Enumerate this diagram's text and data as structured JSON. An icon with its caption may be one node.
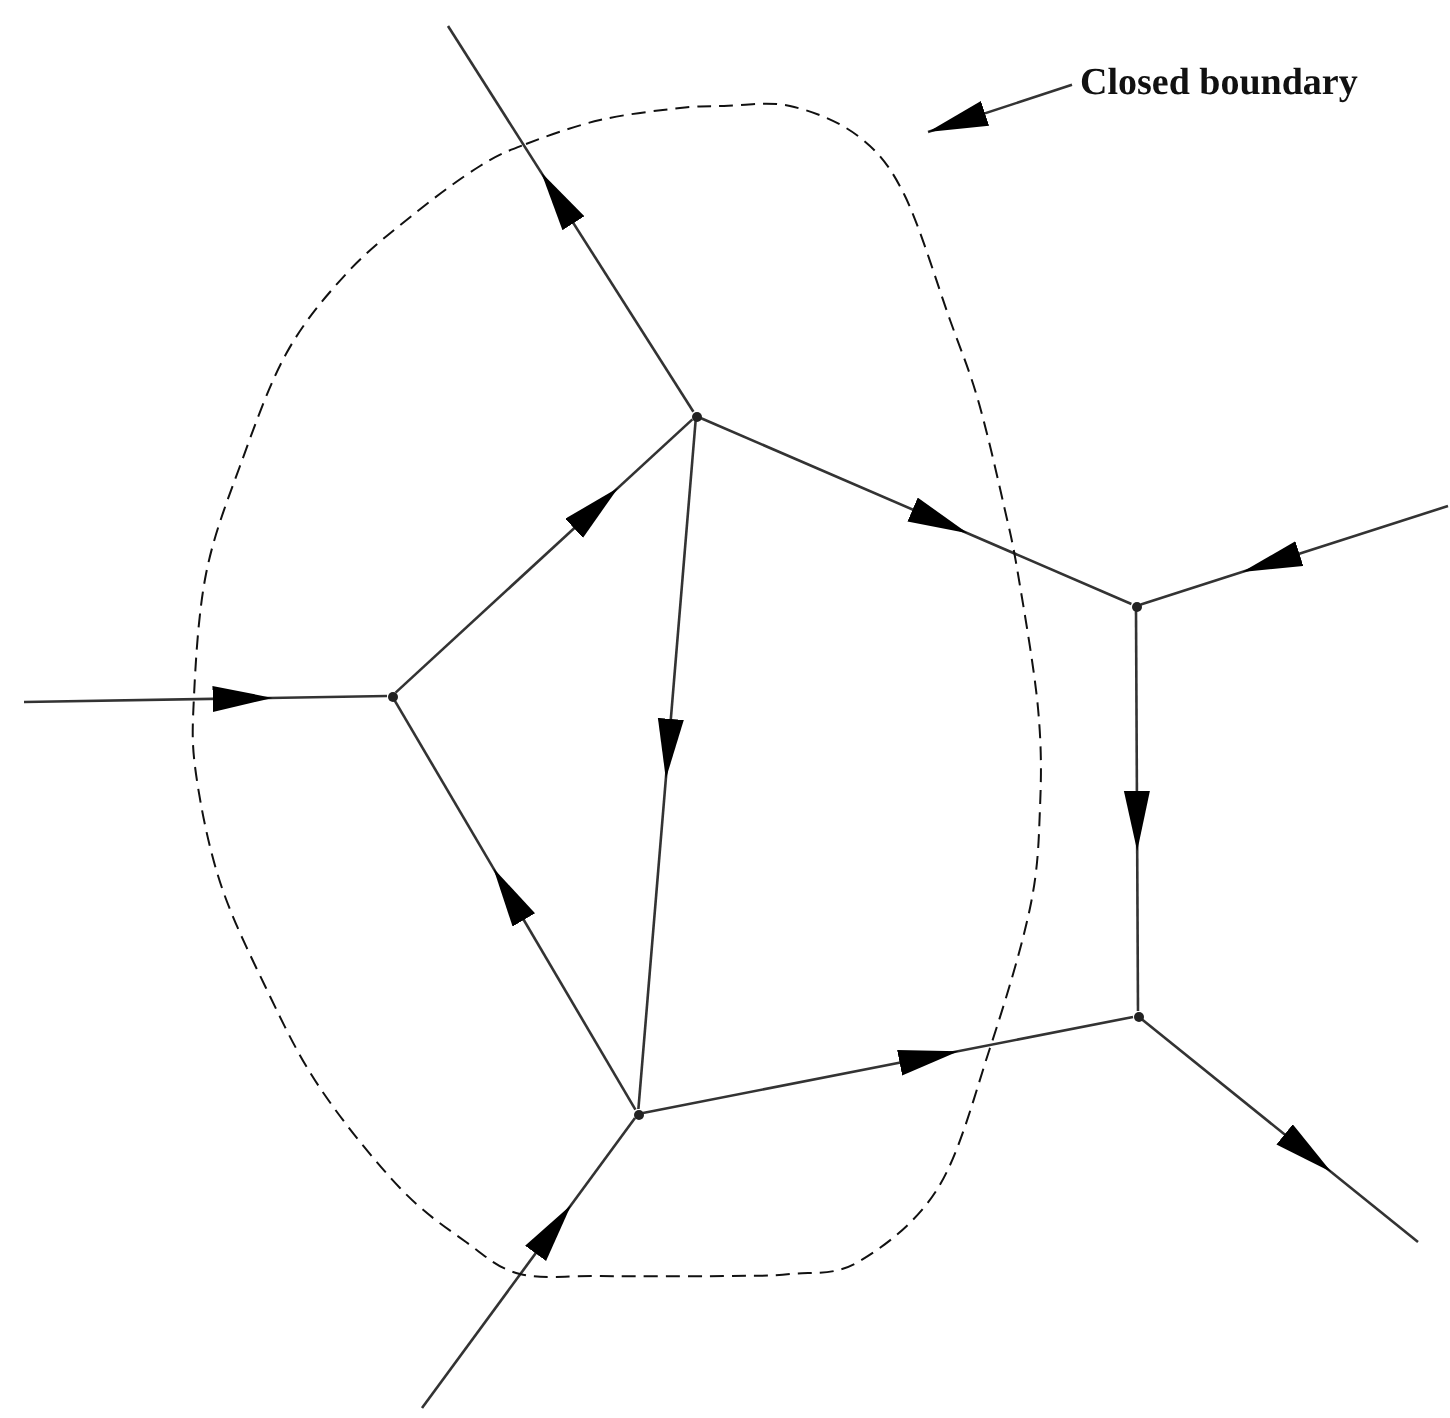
{
  "diagram": {
    "nodes": [
      {
        "text": [
          "Closed boundary"
        ]
      },
      {
        "text": [],
        "shape": "loop"
      },
      {
        "text": [],
        "shape": "dot",
        "in": 1
      },
      {
        "text": [],
        "shape": "dot"
      },
      {
        "text": [],
        "shape": "dot",
        "in": 1
      },
      {
        "text": [],
        "shape": "dot"
      },
      {
        "text": [],
        "shape": "dot",
        "in": 1
      }
    ],
    "edges": [
      {
        "from": 2,
        "to": null,
        "arrow": "to"
      },
      {
        "from": null,
        "to": 4,
        "arrow": "to"
      },
      {
        "from": 4,
        "to": 2,
        "arrow": "to"
      },
      {
        "from": 2,
        "to": 6,
        "arrow": "to"
      },
      {
        "from": 6,
        "to": 4,
        "arrow": "to"
      },
      {
        "from": 2,
        "to": 3,
        "arrow": "to"
      },
      {
        "from": null,
        "to": 3,
        "arrow": "to"
      },
      {
        "from": 3,
        "to": 5,
        "arrow": "to"
      },
      {
        "from": 6,
        "to": 5,
        "arrow": "to"
      },
      {
        "from": null,
        "to": 6,
        "arrow": "to"
      },
      {
        "from": 5,
        "to": null,
        "arrow": "to"
      },
      {
        "from": 0,
        "to": 1,
        "arrow": "to"
      }
    ]
  }
}
